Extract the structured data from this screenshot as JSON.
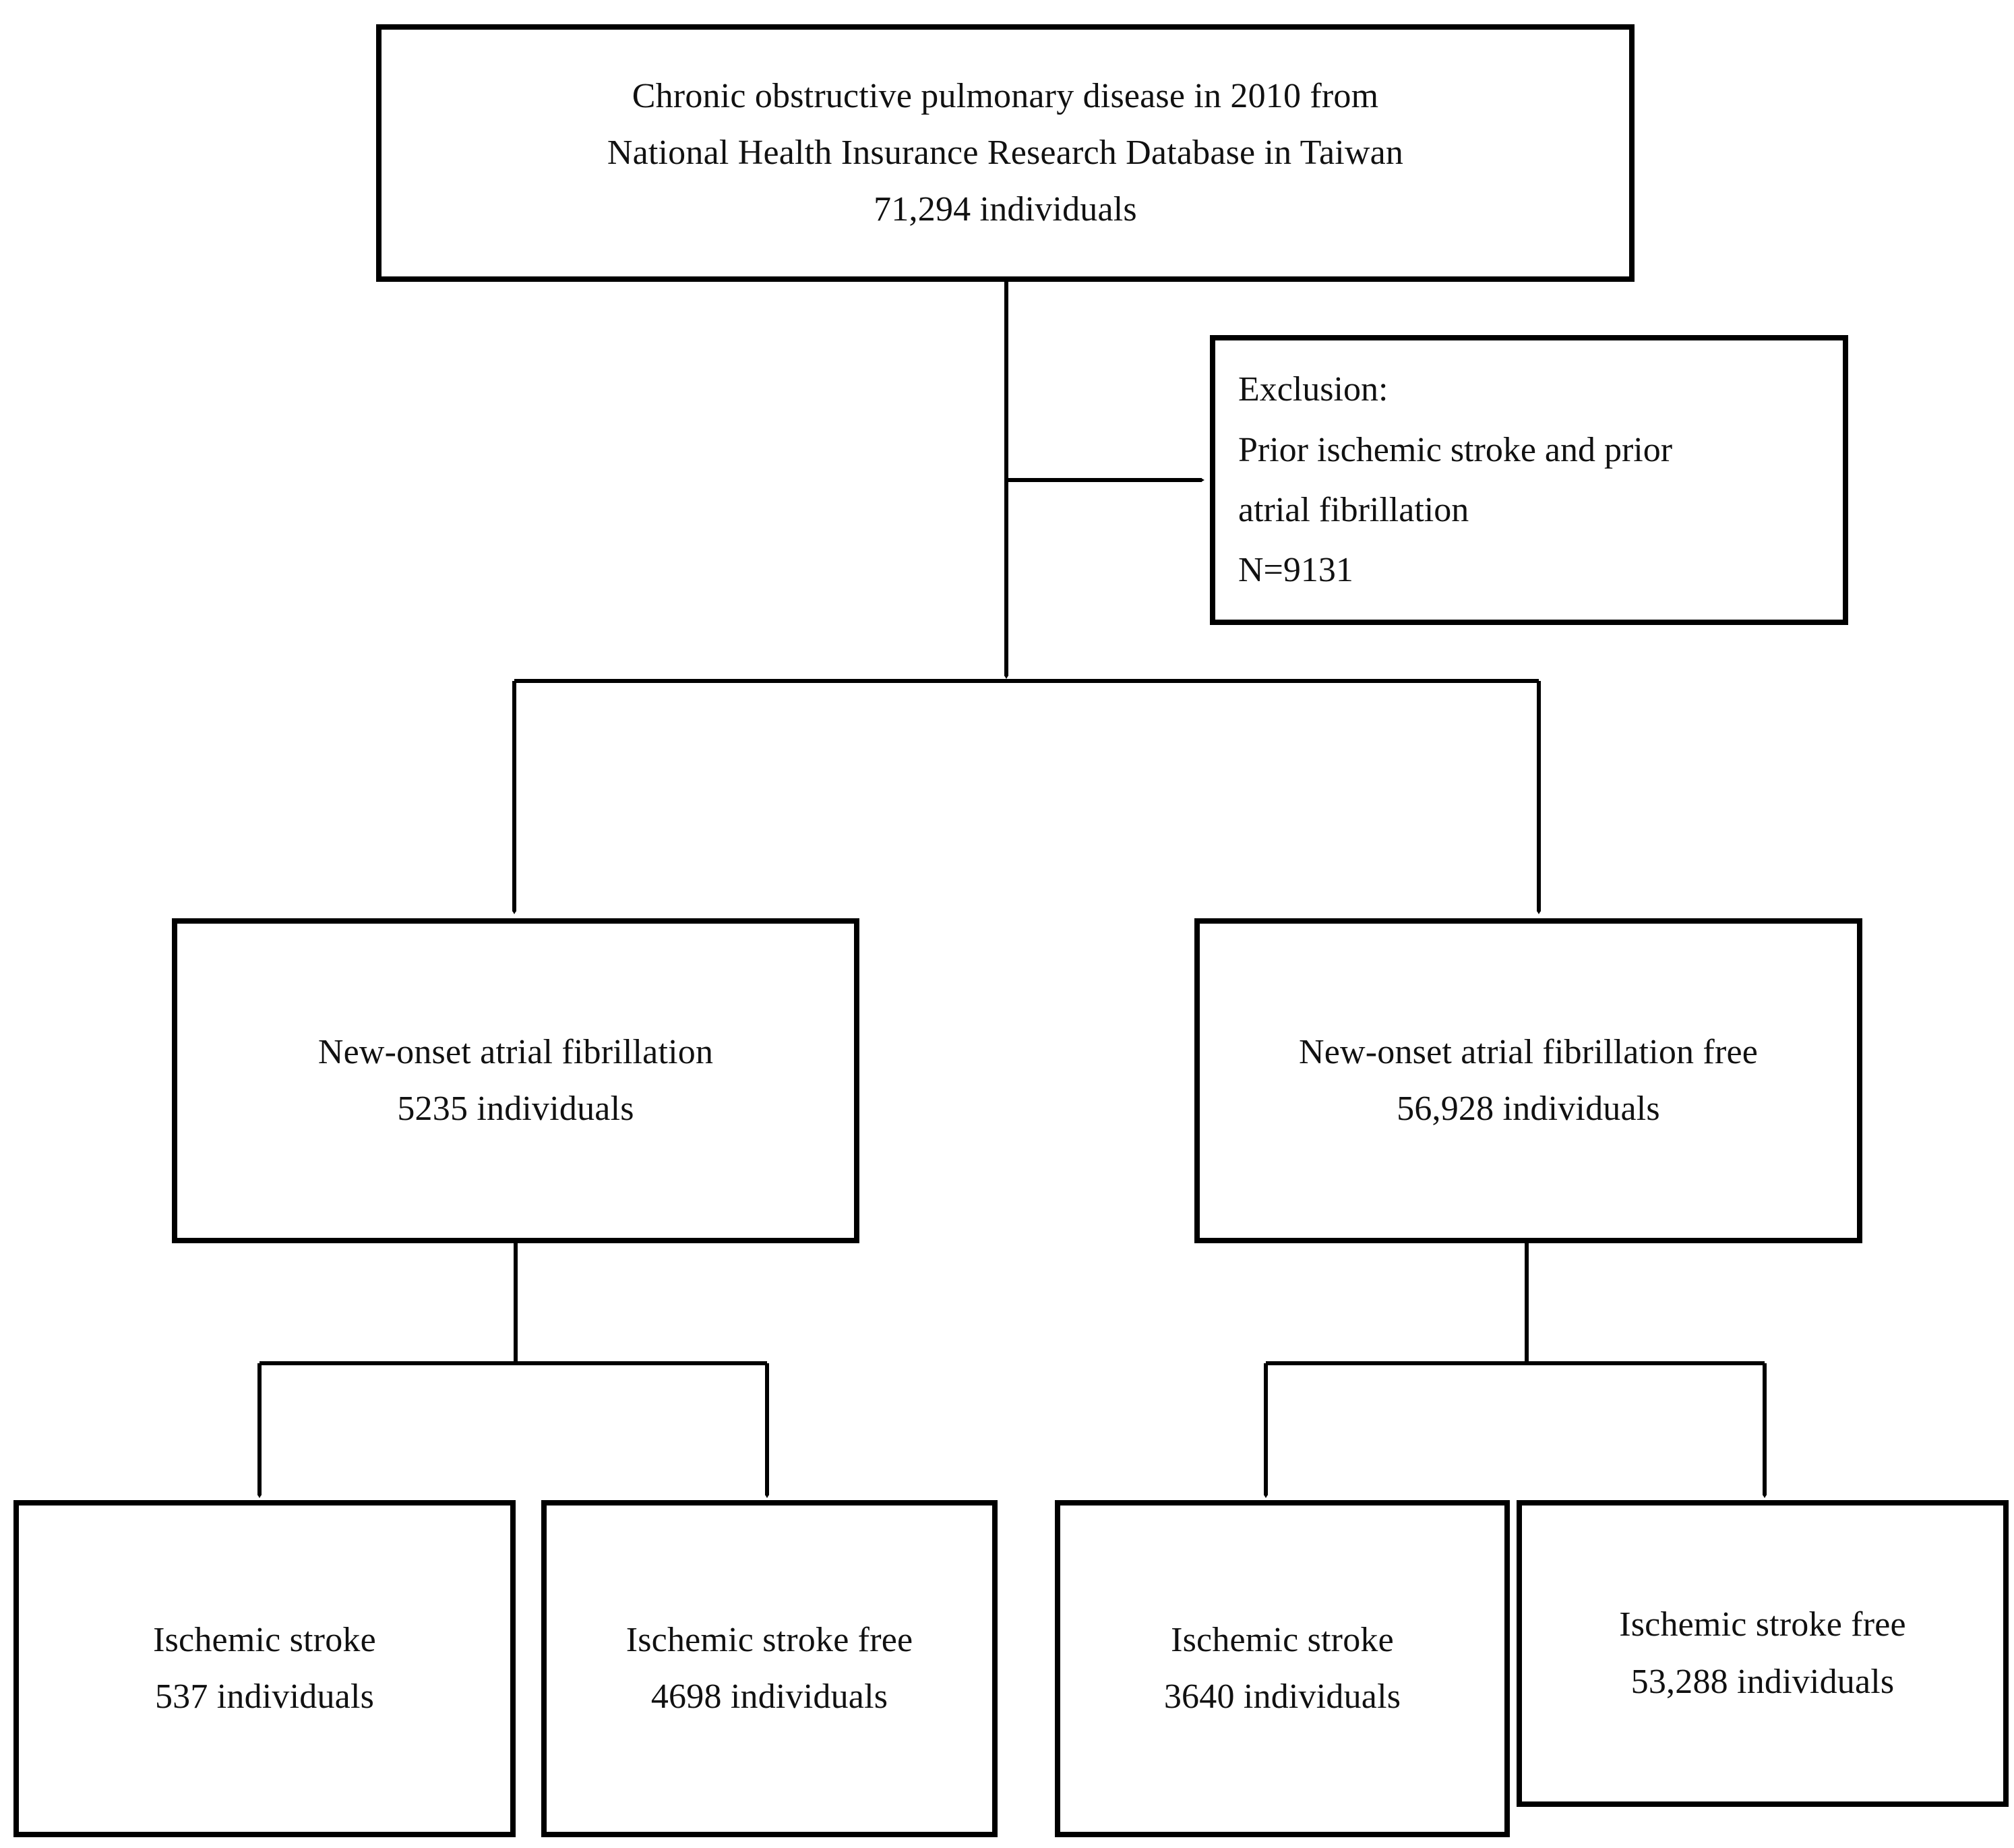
{
  "diagram": {
    "title": "Study population flow diagram",
    "type": "flowchart",
    "background_color": "#ffffff",
    "line_color": "#000000",
    "text_color": "#111111"
  },
  "nodes": {
    "cohort": {
      "id": "cohort-box",
      "line1": "Chronic obstructive pulmonary disease in 2010 from",
      "line2": "National Health Insurance Research Database in Taiwan",
      "line3": "71,294 individuals"
    },
    "exclusion": {
      "id": "exclusion-box",
      "line1": "Exclusion:",
      "line2": "Prior ischemic stroke and prior",
      "line3": "atrial fibrillation",
      "line4": "N=9131"
    },
    "af": {
      "id": "new-onset-af-box",
      "line1": "New-onset atrial fibrillation",
      "line2": "5235 individuals"
    },
    "af_free": {
      "id": "new-onset-af-free-box",
      "line1": "New-onset atrial fibrillation free",
      "line2": "56,928 individuals"
    },
    "af_stroke": {
      "id": "af-ischemic-stroke-box",
      "line1": "Ischemic stroke",
      "line2": "537 individuals"
    },
    "af_stroke_free": {
      "id": "af-ischemic-stroke-free-box",
      "line1": "Ischemic stroke free",
      "line2": "4698 individuals"
    },
    "affree_stroke": {
      "id": "affree-ischemic-stroke-box",
      "line1": "Ischemic stroke",
      "line2": "3640 individuals"
    },
    "affree_stroke_free": {
      "id": "affree-ischemic-stroke-free-box",
      "line1": "Ischemic stroke free",
      "line2": "53,288 individuals"
    }
  },
  "counts": {
    "total": "71,294",
    "excluded": "9131",
    "new_onset_af": "5235",
    "new_onset_af_free": "56,928",
    "af_stroke": "537",
    "af_stroke_free": "4698",
    "af_free_stroke": "3640",
    "af_free_stroke_free": "53,288"
  }
}
